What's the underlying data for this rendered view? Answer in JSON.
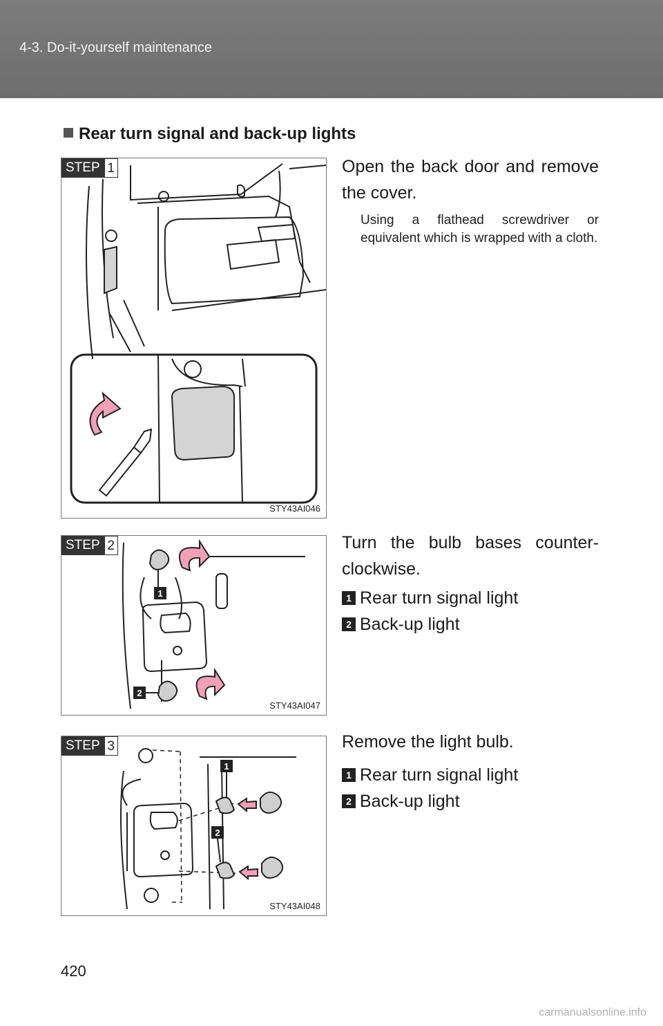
{
  "header": {
    "section": "4-3. Do-it-yourself maintenance"
  },
  "section": {
    "title": "Rear turn signal and back-up lights"
  },
  "steps": [
    {
      "badge": "STEP",
      "num": "1",
      "text": "Open the back door and remove the cover.",
      "note": "Using a flathead screwdriver or equivalent which is wrapped with a cloth.",
      "figure_code": "STY43AI046"
    },
    {
      "badge": "STEP",
      "num": "2",
      "text": "Turn the bulb bases counter-clockwise.",
      "legend": [
        {
          "n": "1",
          "label": "Rear turn signal light"
        },
        {
          "n": "2",
          "label": "Back-up light"
        }
      ],
      "figure_code": "STY43AI047"
    },
    {
      "badge": "STEP",
      "num": "3",
      "text": "Remove the light bulb.",
      "legend": [
        {
          "n": "1",
          "label": "Rear turn signal light"
        },
        {
          "n": "2",
          "label": "Back-up light"
        }
      ],
      "figure_code": "STY43AI048"
    }
  ],
  "page_number": "420",
  "watermark": "carmanualsonline.info",
  "colors": {
    "header_bg": "#737373",
    "arrow_pink": "#f2a0b8",
    "cover_gray": "#d4d4d4"
  }
}
